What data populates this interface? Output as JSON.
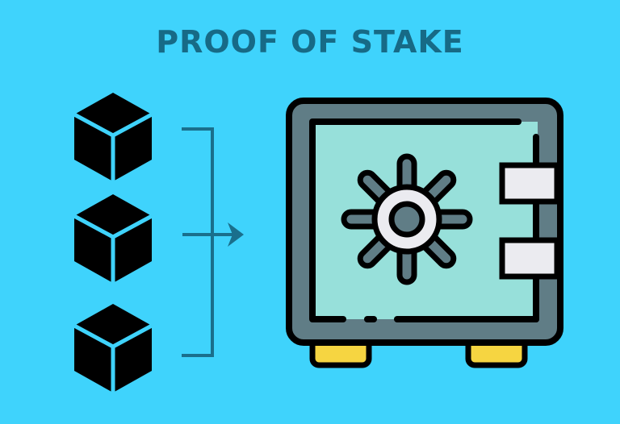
{
  "title": "PROOF OF STAKE",
  "diagram": {
    "nodes": [
      {
        "id": "block-1",
        "type": "cube-icon"
      },
      {
        "id": "block-2",
        "type": "cube-icon"
      },
      {
        "id": "block-3",
        "type": "cube-icon"
      },
      {
        "id": "safe",
        "type": "safe-vault-icon"
      }
    ],
    "edges": [
      {
        "from": [
          "block-1",
          "block-2",
          "block-3"
        ],
        "to": "safe",
        "style": "bracket-arrow"
      }
    ]
  },
  "colors": {
    "background": "#3fd3fc",
    "title": "#176a86",
    "connector": "#1a6f8c",
    "cube": "#000000",
    "safe_body": "#607d86",
    "safe_door": "#97e0da",
    "dial_ring": "#ebebf0",
    "feet": "#f6d541"
  }
}
